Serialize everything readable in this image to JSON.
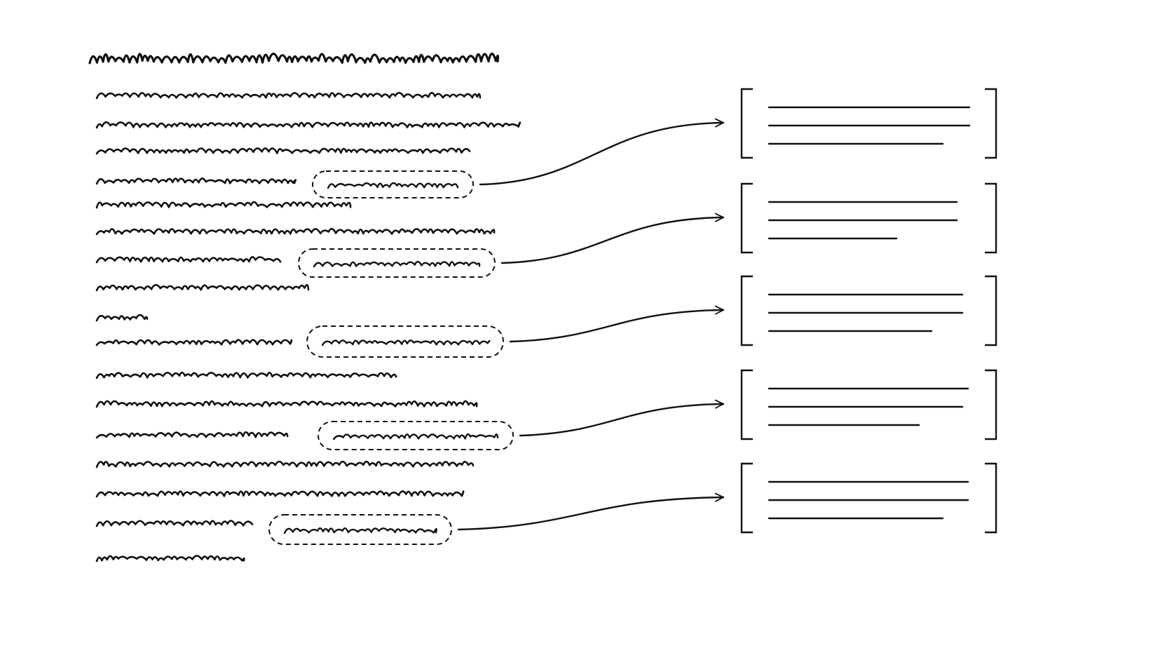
{
  "colors": {
    "background": "#ffffff",
    "ink": "#111111"
  },
  "document": {
    "has_title": true,
    "line_count": 17,
    "highlight_count": 5,
    "highlight_style": "dashed-rounded-outline",
    "lines": [
      {
        "kind": "title",
        "highlighted": false
      },
      {
        "kind": "text",
        "highlighted": false
      },
      {
        "kind": "text",
        "highlighted": false
      },
      {
        "kind": "text",
        "highlighted": false
      },
      {
        "kind": "text",
        "highlighted": true,
        "target": 0
      },
      {
        "kind": "text",
        "highlighted": false
      },
      {
        "kind": "text",
        "highlighted": false
      },
      {
        "kind": "text",
        "highlighted": true,
        "target": 1
      },
      {
        "kind": "text",
        "highlighted": false
      },
      {
        "kind": "text",
        "highlighted": false
      },
      {
        "kind": "text",
        "highlighted": true,
        "target": 2
      },
      {
        "kind": "text",
        "highlighted": false
      },
      {
        "kind": "text",
        "highlighted": false
      },
      {
        "kind": "text",
        "highlighted": true,
        "target": 3
      },
      {
        "kind": "text",
        "highlighted": false
      },
      {
        "kind": "text",
        "highlighted": false
      },
      {
        "kind": "text",
        "highlighted": true,
        "target": 4
      },
      {
        "kind": "text",
        "highlighted": false
      }
    ]
  },
  "records": {
    "count": 5,
    "bracket_style": "square-brackets",
    "lines_per_record": 3,
    "items": [
      {
        "index": 0,
        "lines": 3
      },
      {
        "index": 1,
        "lines": 3
      },
      {
        "index": 2,
        "lines": 3
      },
      {
        "index": 3,
        "lines": 3
      },
      {
        "index": 4,
        "lines": 3
      }
    ]
  },
  "connectors": {
    "count": 5,
    "style": "curved-arrow",
    "links": [
      {
        "from": 0,
        "to": 0
      },
      {
        "from": 1,
        "to": 1
      },
      {
        "from": 2,
        "to": 2
      },
      {
        "from": 3,
        "to": 3
      },
      {
        "from": 4,
        "to": 4
      }
    ]
  }
}
